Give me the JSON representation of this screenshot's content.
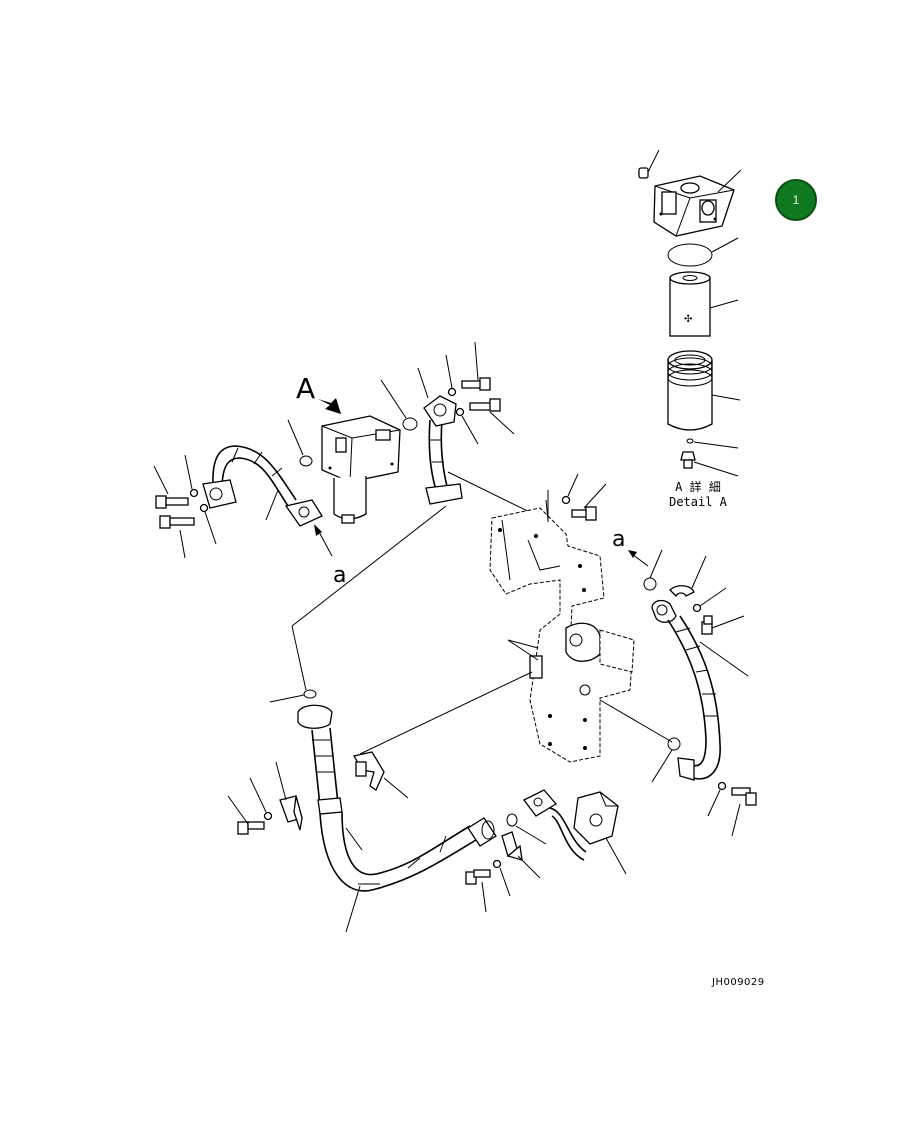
{
  "badge": {
    "number": "1",
    "color": "#0f7a22"
  },
  "labels": {
    "view_letter": "A",
    "ref_upper": "a",
    "ref_lower": "a"
  },
  "detail_caption": {
    "line1": "A 詳 細",
    "line2": "Detail A"
  },
  "drawing_id": "JH009029"
}
